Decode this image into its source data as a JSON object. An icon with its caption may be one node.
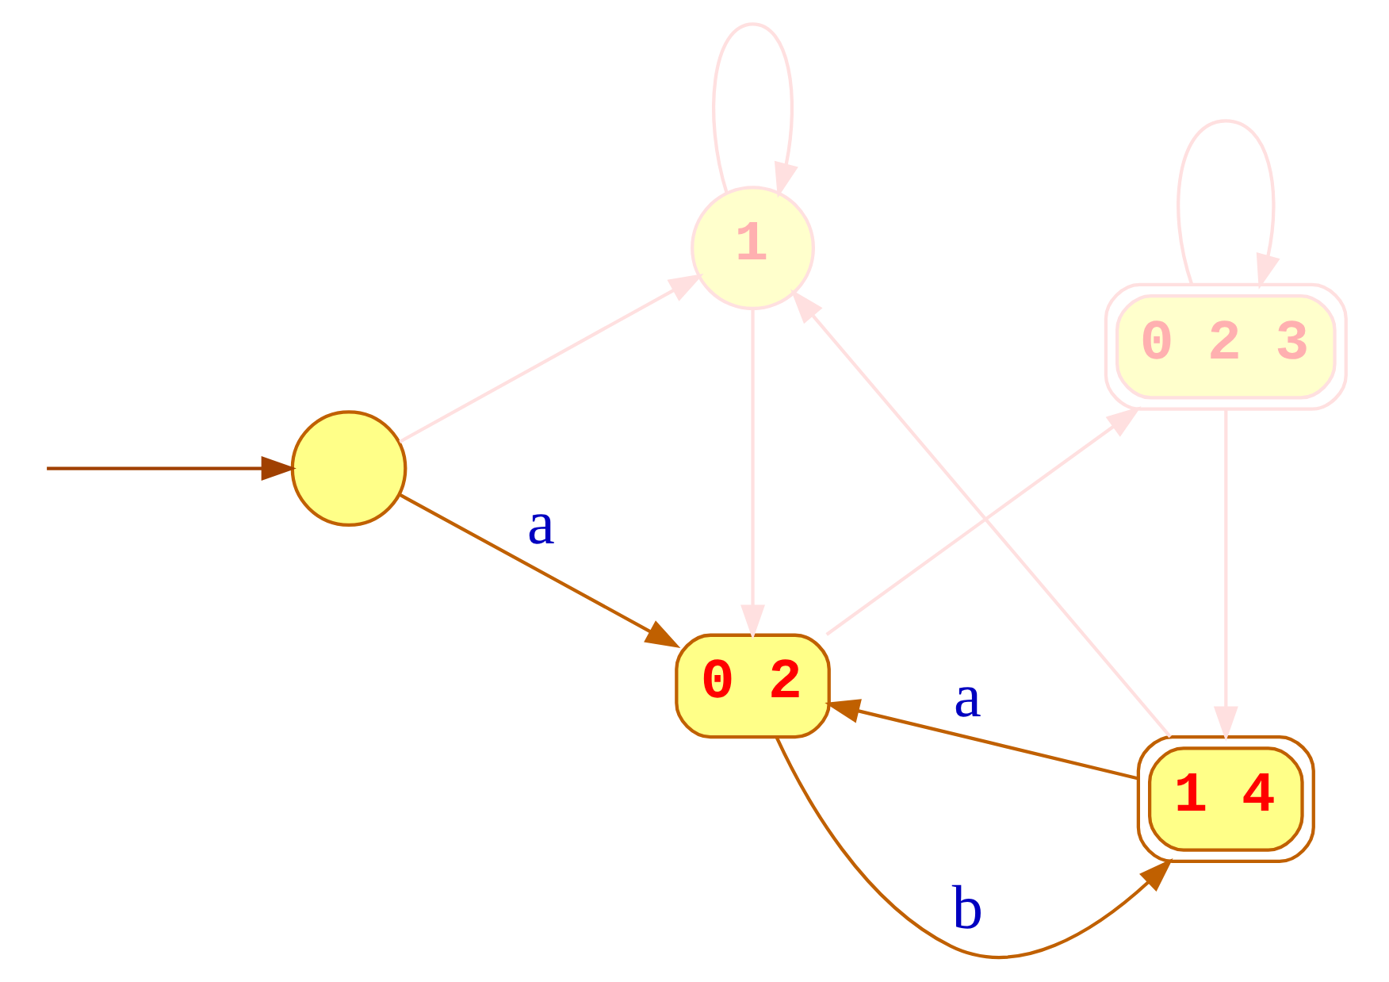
{
  "diagram": {
    "nodes": [
      {
        "text": [],
        "shape": "circle"
      },
      {
        "text": [
          "0 2"
        ]
      },
      {
        "text": [
          "0 2 3"
        ]
      },
      {
        "text": [
          "1"
        ]
      },
      {
        "text": [
          "1 4"
        ]
      }
    ],
    "edges": [
      {
        "from": null,
        "to": 0,
        "arrow": "to",
        "color": "#a04000"
      },
      {
        "from": 0,
        "to": 1,
        "arrow": "to",
        "label": "a",
        "color": "#c06000"
      },
      {
        "from": 0,
        "to": 3,
        "arrow": "to",
        "color": "#ffe0e0"
      },
      {
        "from": 1,
        "to": 2,
        "arrow": "to",
        "color": "#ffe0e0"
      },
      {
        "from": 1,
        "to": 4,
        "arrow": "to",
        "label": "b",
        "color": "#c06000"
      },
      {
        "from": 2,
        "to": 2,
        "arrow": "to",
        "color": "#ffe0e0"
      },
      {
        "from": 2,
        "to": 4,
        "arrow": "to",
        "color": "#ffe0e0"
      },
      {
        "from": 3,
        "to": 1,
        "arrow": "to",
        "color": "#ffe0e0"
      },
      {
        "from": 3,
        "to": 3,
        "arrow": "to",
        "color": "#ffe0e0"
      },
      {
        "from": 4,
        "to": 1,
        "arrow": "to",
        "label": "a",
        "color": "#c06000"
      },
      {
        "from": 4,
        "to": 3,
        "arrow": "to",
        "color": "#ffe0e0"
      }
    ]
  }
}
